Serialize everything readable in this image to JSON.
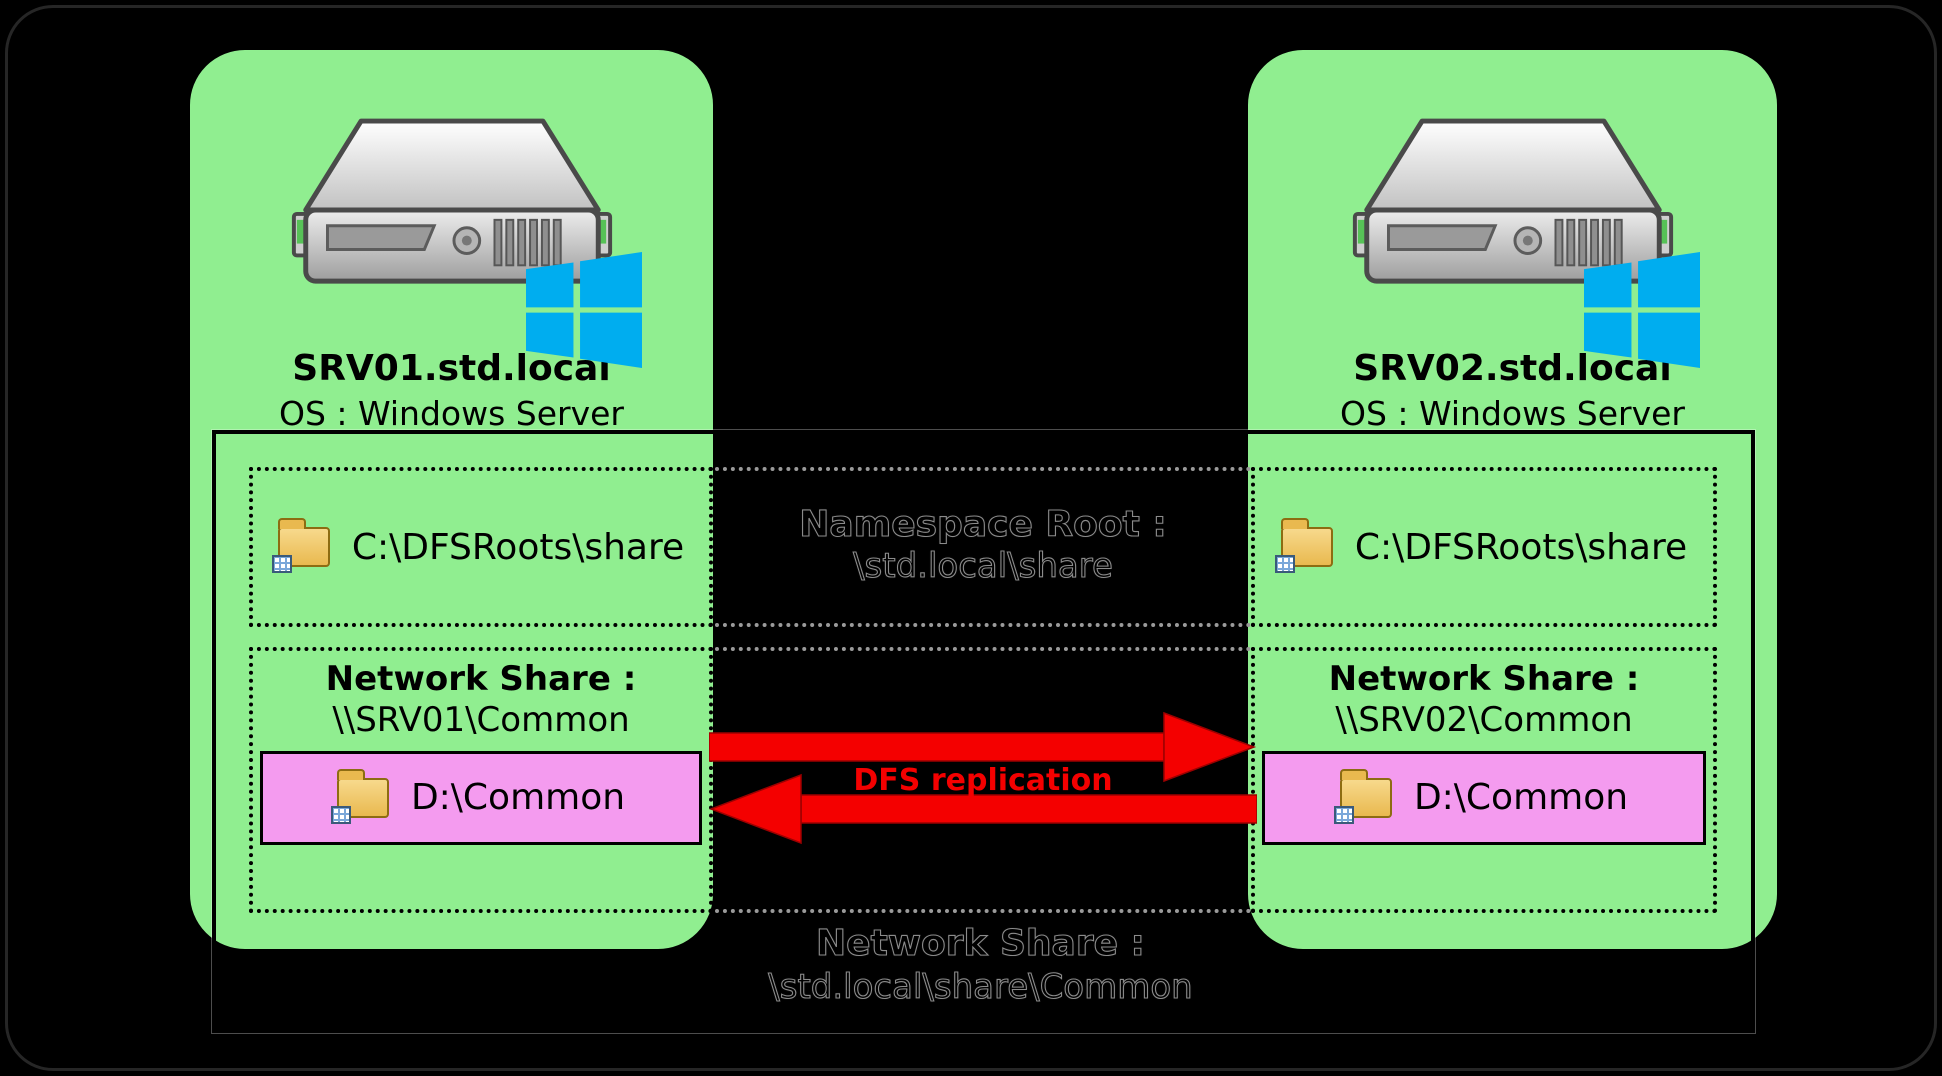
{
  "servers": [
    {
      "name": "SRV01.std.local",
      "os": "OS : Windows Server",
      "namespace_folder": "C:\\DFSRoots\\share",
      "share_label": "Network Share :",
      "share_path": "\\\\SRV01\\Common",
      "local_folder": "D:\\Common"
    },
    {
      "name": "SRV02.std.local",
      "os": "OS : Windows Server",
      "namespace_folder": "C:\\DFSRoots\\share",
      "share_label": "Network Share :",
      "share_path": "\\\\SRV02\\Common",
      "local_folder": "D:\\Common"
    }
  ],
  "center": {
    "namespace_label": "Namespace Root :",
    "namespace_path": "\\std.local\\share",
    "replication_label": "DFS replication",
    "dfs_share_label": "Network Share :",
    "dfs_share_path": "\\std.local\\share\\Common"
  },
  "colors": {
    "panel_green": "#90ee90",
    "folder_box_pink": "#f49bef",
    "arrow_red": "#f40000",
    "windows_blue": "#00adef"
  }
}
